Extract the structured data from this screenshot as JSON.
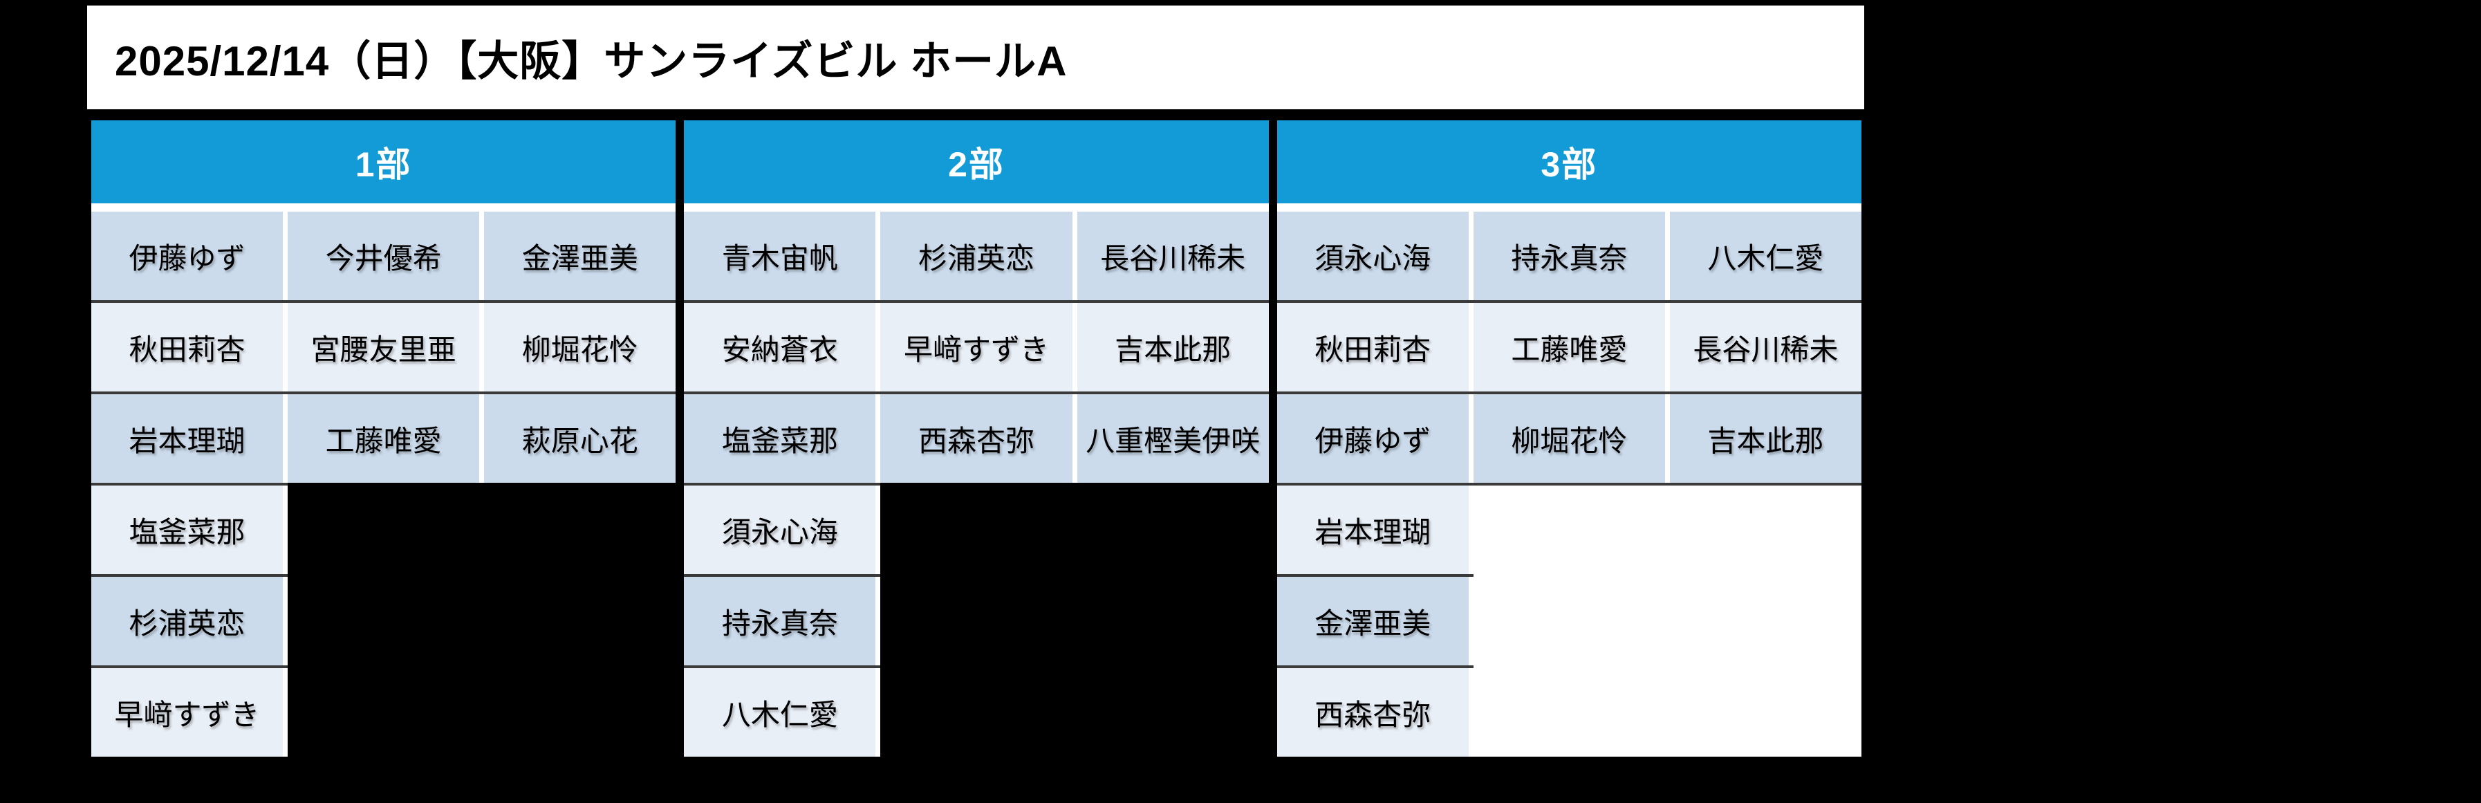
{
  "title": {
    "text": "2025/12/14（日）【大阪】サンライズビル ホールA"
  },
  "colors": {
    "page_background": "#000000",
    "title_bar_background": "#FFFFFF",
    "header_blue": "#129BD6",
    "header_text": "#FFFFFF",
    "row_dark": "#CBDBEC",
    "row_light": "#E9EFF7",
    "row_border": "#3A3A3A",
    "column_gap": "#FFFFFF",
    "cell_text": "#000000"
  },
  "sections": [
    {
      "label": "1部",
      "rows": [
        [
          "伊藤ゆず",
          "今井優希",
          "金澤亜美"
        ],
        [
          "秋田莉杏",
          "宮腰友里亜",
          "柳堀花怜"
        ],
        [
          "岩本理瑚",
          "工藤唯愛",
          "萩原心花"
        ]
      ],
      "tail_rows": [
        "塩釜菜那",
        "杉浦英恋",
        "早﨑すずき"
      ],
      "tail_bg": "black"
    },
    {
      "label": "2部",
      "rows": [
        [
          "青木宙帆",
          "杉浦英恋",
          "長谷川稀未"
        ],
        [
          "安納蒼衣",
          "早﨑すずき",
          "吉本此那"
        ],
        [
          "塩釜菜那",
          "西森杏弥",
          "八重樫美伊咲"
        ]
      ],
      "tail_rows": [
        "須永心海",
        "持永真奈",
        "八木仁愛"
      ],
      "tail_bg": "black"
    },
    {
      "label": "3部",
      "rows": [
        [
          "須永心海",
          "持永真奈",
          "八木仁愛"
        ],
        [
          "秋田莉杏",
          "工藤唯愛",
          "長谷川稀未"
        ],
        [
          "伊藤ゆず",
          "柳堀花怜",
          "吉本此那"
        ]
      ],
      "tail_rows": [
        "岩本理瑚",
        "金澤亜美",
        "西森杏弥"
      ],
      "tail_bg": "white"
    }
  ]
}
